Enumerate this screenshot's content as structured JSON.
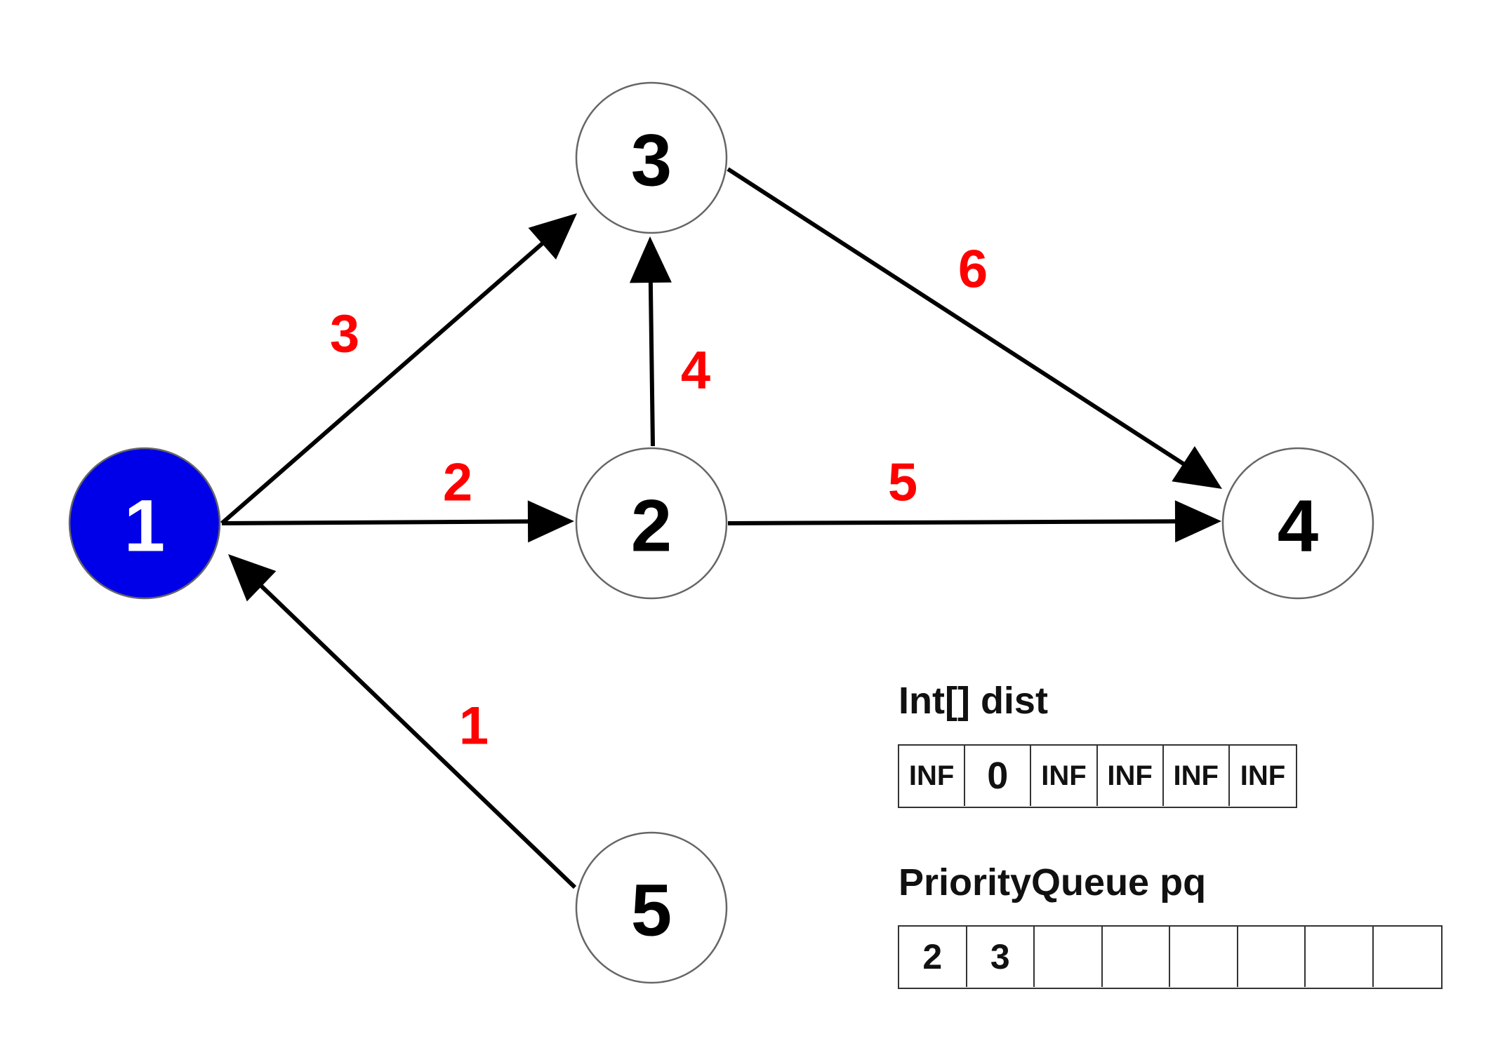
{
  "graph": {
    "colors": {
      "edge": "#000000",
      "weight": "#ff0000",
      "node_border": "#666666",
      "node_fill": "#ffffff",
      "highlight_fill": "#0000e8",
      "highlight_text": "#ffffff",
      "node_text": "#000000"
    },
    "nodes": [
      {
        "id": "1",
        "label": "1",
        "highlighted": true
      },
      {
        "id": "2",
        "label": "2",
        "highlighted": false
      },
      {
        "id": "3",
        "label": "3",
        "highlighted": false
      },
      {
        "id": "4",
        "label": "4",
        "highlighted": false
      },
      {
        "id": "5",
        "label": "5",
        "highlighted": false
      }
    ],
    "edges": [
      {
        "from": "1",
        "to": "3",
        "weight": "3"
      },
      {
        "from": "1",
        "to": "2",
        "weight": "2"
      },
      {
        "from": "2",
        "to": "3",
        "weight": "4"
      },
      {
        "from": "3",
        "to": "4",
        "weight": "6"
      },
      {
        "from": "2",
        "to": "4",
        "weight": "5"
      },
      {
        "from": "5",
        "to": "1",
        "weight": "1"
      }
    ]
  },
  "dist": {
    "title": "Int[] dist",
    "cells": [
      "INF",
      "0",
      "INF",
      "INF",
      "INF",
      "INF"
    ]
  },
  "pq": {
    "title": "PriorityQueue pq",
    "cells": [
      "2",
      "3",
      "",
      "",
      "",
      "",
      "",
      ""
    ]
  }
}
